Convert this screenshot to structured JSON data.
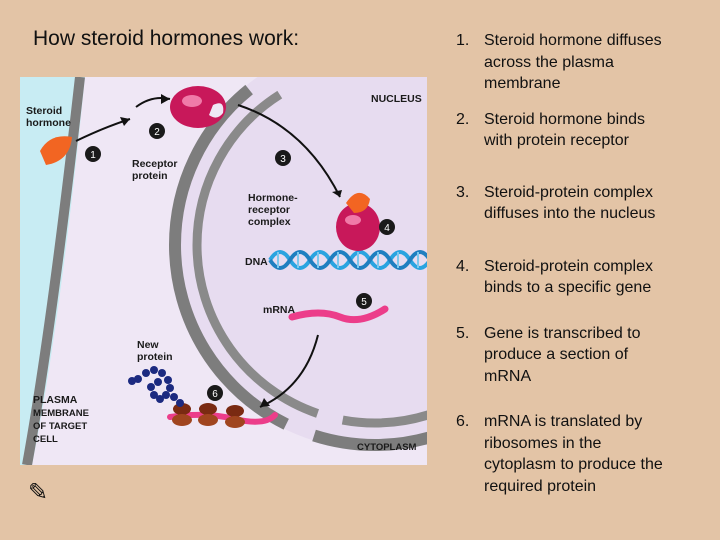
{
  "title": "How steroid hormones work:",
  "steps": [
    {
      "num": "1.",
      "lines": [
        "Steroid hormone diffuses",
        "across the plasma",
        "membrane"
      ]
    },
    {
      "num": "2.",
      "lines": [
        "Steroid hormone binds",
        "with protein receptor"
      ]
    },
    {
      "num": "3.",
      "lines": [
        "Steroid-protein complex",
        "diffuses into the nucleus"
      ]
    },
    {
      "num": "4.",
      "lines": [
        "Steroid-protein complex",
        "binds to a specific gene"
      ]
    },
    {
      "num": "5.",
      "lines": [
        "Gene is transcribed to",
        "produce a section of",
        "mRNA"
      ]
    },
    {
      "num": "6.",
      "lines": [
        "mRNA is translated by",
        "ribosomes in the",
        "cytoplasm to produce the",
        "required protein"
      ]
    }
  ],
  "diagram": {
    "labels": {
      "steroid_hormone": [
        "Steroid",
        "hormone"
      ],
      "receptor_protein": [
        "Receptor",
        "protein"
      ],
      "hormone_receptor_complex": [
        "Hormone-",
        "receptor",
        "complex"
      ],
      "nucleus": "NUCLEUS",
      "dna": "DNA",
      "mrna": "mRNA",
      "new_protein": [
        "New",
        "protein"
      ],
      "plasma_membrane": [
        "PLASMA",
        "MEMBRANE",
        "OF TARGET",
        "CELL"
      ],
      "cytoplasm": "CYTOPLASM"
    },
    "markers": [
      "1",
      "2",
      "3",
      "4",
      "5",
      "6"
    ]
  },
  "icons": {
    "corner": "pencil-circle-icon"
  },
  "corner_glyph": "✎",
  "colors": {
    "background": "#e3c4a6",
    "extracellular": "#c8ecf3",
    "cytoplasm": "#efe7f5",
    "nucleus": "#e7dcf0",
    "membrane": "#7d7d7d",
    "hormone": "#f26522",
    "receptor": "#c8185a",
    "dna": "#2aa4e0",
    "mrna": "#ec3d8a",
    "protein": "#1c2a80",
    "ribosome": "#7a2a12"
  }
}
